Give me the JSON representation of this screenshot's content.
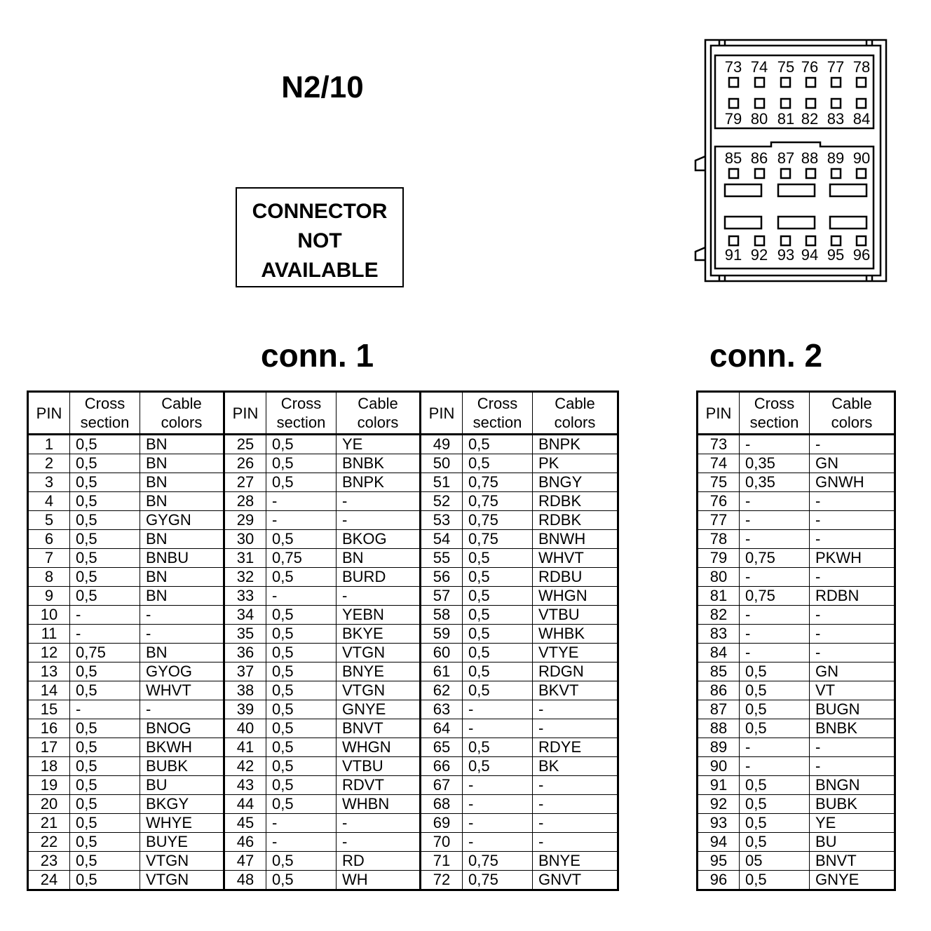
{
  "title": "N2/10",
  "notice": [
    "CONNECTOR",
    "NOT",
    "AVAILABLE"
  ],
  "conn1_heading": "conn. 1",
  "conn2_heading": "conn. 2",
  "headers": {
    "pin": "PIN",
    "cross": [
      "Cross",
      "section"
    ],
    "cable": [
      "Cable",
      "colors"
    ]
  },
  "connector_diagram": {
    "top_upper": [
      "73",
      "74",
      "75",
      "76",
      "77",
      "78"
    ],
    "top_lower": [
      "79",
      "80",
      "81",
      "82",
      "83",
      "84"
    ],
    "bottom_upper": [
      "85",
      "86",
      "87",
      "88",
      "89",
      "90"
    ],
    "bottom_lower": [
      "91",
      "92",
      "93",
      "94",
      "95",
      "96"
    ]
  },
  "conn1": [
    [
      "1",
      "0,5",
      "BN"
    ],
    [
      "2",
      "0,5",
      "BN"
    ],
    [
      "3",
      "0,5",
      "BN"
    ],
    [
      "4",
      "0,5",
      "BN"
    ],
    [
      "5",
      "0,5",
      "GYGN"
    ],
    [
      "6",
      "0,5",
      "BN"
    ],
    [
      "7",
      "0,5",
      "BNBU"
    ],
    [
      "8",
      "0,5",
      "BN"
    ],
    [
      "9",
      "0,5",
      "BN"
    ],
    [
      "10",
      "-",
      "-"
    ],
    [
      "11",
      "-",
      "-"
    ],
    [
      "12",
      "0,75",
      "BN"
    ],
    [
      "13",
      "0,5",
      "GYOG"
    ],
    [
      "14",
      "0,5",
      "WHVT"
    ],
    [
      "15",
      "-",
      "-"
    ],
    [
      "16",
      "0,5",
      "BNOG"
    ],
    [
      "17",
      "0,5",
      "BKWH"
    ],
    [
      "18",
      "0,5",
      "BUBK"
    ],
    [
      "19",
      "0,5",
      "BU"
    ],
    [
      "20",
      "0,5",
      "BKGY"
    ],
    [
      "21",
      "0,5",
      "WHYE"
    ],
    [
      "22",
      "0,5",
      "BUYE"
    ],
    [
      "23",
      "0,5",
      "VTGN"
    ],
    [
      "24",
      "0,5",
      "VTGN"
    ],
    [
      "25",
      "0,5",
      "YE"
    ],
    [
      "26",
      "0,5",
      "BNBK"
    ],
    [
      "27",
      "0,5",
      "BNPK"
    ],
    [
      "28",
      "-",
      "-"
    ],
    [
      "29",
      "-",
      "-"
    ],
    [
      "30",
      "0,5",
      "BKOG"
    ],
    [
      "31",
      "0,75",
      "BN"
    ],
    [
      "32",
      "0,5",
      "BURD"
    ],
    [
      "33",
      "-",
      "-"
    ],
    [
      "34",
      "0,5",
      "YEBN"
    ],
    [
      "35",
      "0,5",
      "BKYE"
    ],
    [
      "36",
      "0,5",
      "VTGN"
    ],
    [
      "37",
      "0,5",
      "BNYE"
    ],
    [
      "38",
      "0,5",
      "VTGN"
    ],
    [
      "39",
      "0,5",
      "GNYE"
    ],
    [
      "40",
      "0,5",
      "BNVT"
    ],
    [
      "41",
      "0,5",
      "WHGN"
    ],
    [
      "42",
      "0,5",
      "VTBU"
    ],
    [
      "43",
      "0,5",
      "RDVT"
    ],
    [
      "44",
      "0,5",
      "WHBN"
    ],
    [
      "45",
      "-",
      "-"
    ],
    [
      "46",
      "-",
      "-"
    ],
    [
      "47",
      "0,5",
      "RD"
    ],
    [
      "48",
      "0,5",
      "WH"
    ],
    [
      "49",
      "0,5",
      "BNPK"
    ],
    [
      "50",
      "0,5",
      "PK"
    ],
    [
      "51",
      "0,75",
      "BNGY"
    ],
    [
      "52",
      "0,75",
      "RDBK"
    ],
    [
      "53",
      "0,75",
      "RDBK"
    ],
    [
      "54",
      "0,75",
      "BNWH"
    ],
    [
      "55",
      "0,5",
      "WHVT"
    ],
    [
      "56",
      "0,5",
      "RDBU"
    ],
    [
      "57",
      "0,5",
      "WHGN"
    ],
    [
      "58",
      "0,5",
      "VTBU"
    ],
    [
      "59",
      "0,5",
      "WHBK"
    ],
    [
      "60",
      "0,5",
      "VTYE"
    ],
    [
      "61",
      "0,5",
      "RDGN"
    ],
    [
      "62",
      "0,5",
      "BKVT"
    ],
    [
      "63",
      "-",
      "-"
    ],
    [
      "64",
      "-",
      "-"
    ],
    [
      "65",
      "0,5",
      "RDYE"
    ],
    [
      "66",
      "0,5",
      "BK"
    ],
    [
      "67",
      "-",
      "-"
    ],
    [
      "68",
      "-",
      "-"
    ],
    [
      "69",
      "-",
      "-"
    ],
    [
      "70",
      "-",
      "-"
    ],
    [
      "71",
      "0,75",
      "BNYE"
    ],
    [
      "72",
      "0,75",
      "GNVT"
    ]
  ],
  "conn2": [
    [
      "73",
      "-",
      "-"
    ],
    [
      "74",
      "0,35",
      "GN"
    ],
    [
      "75",
      "0,35",
      "GNWH"
    ],
    [
      "76",
      "-",
      "-"
    ],
    [
      "77",
      "-",
      "-"
    ],
    [
      "78",
      "-",
      "-"
    ],
    [
      "79",
      "0,75",
      "PKWH"
    ],
    [
      "80",
      "-",
      "-"
    ],
    [
      "81",
      "0,75",
      "RDBN"
    ],
    [
      "82",
      "-",
      "-"
    ],
    [
      "83",
      "-",
      "-"
    ],
    [
      "84",
      "-",
      "-"
    ],
    [
      "85",
      "0,5",
      "GN"
    ],
    [
      "86",
      "0,5",
      "VT"
    ],
    [
      "87",
      "0,5",
      "BUGN"
    ],
    [
      "88",
      "0,5",
      "BNBK"
    ],
    [
      "89",
      "-",
      "-"
    ],
    [
      "90",
      "-",
      "-"
    ],
    [
      "91",
      "0,5",
      "BNGN"
    ],
    [
      "92",
      "0,5",
      "BUBK"
    ],
    [
      "93",
      "0,5",
      "YE"
    ],
    [
      "94",
      "0,5",
      "BU"
    ],
    [
      "95",
      "05",
      "BNVT"
    ],
    [
      "96",
      "0,5",
      "GNYE"
    ]
  ]
}
